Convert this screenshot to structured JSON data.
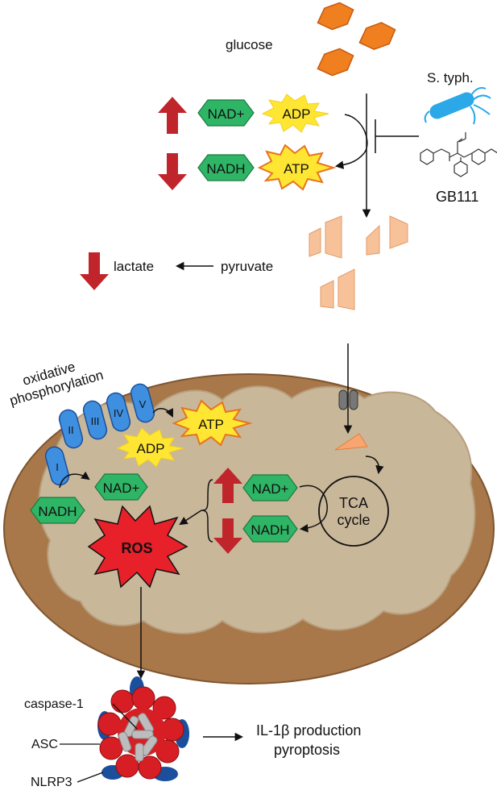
{
  "labels": {
    "glucose": "glucose",
    "salmonella": "S. typh.",
    "inhibitor": "GB111",
    "nad_plus": "NAD+",
    "nadh": "NADH",
    "adp": "ADP",
    "atp": "ATP",
    "lactate": "lactate",
    "pyruvate": "pyruvate",
    "oxphos_line1": "oxidative",
    "oxphos_line2": "phosphorylation",
    "complex_1": "I",
    "complex_2": "II",
    "complex_3": "III",
    "complex_4": "IV",
    "complex_5": "V",
    "tca_line1": "TCA",
    "tca_line2": "cycle",
    "ros": "ROS",
    "caspase": "caspase-1",
    "asc": "ASC",
    "nlrp3": "NLRP3",
    "il1b_line1": "IL-1β production",
    "il1b_line2": "pyroptosis"
  },
  "colors": {
    "glucose_hex": "#f07f1f",
    "pyruvate_shape": "#f7c29a",
    "nad_green": "#2fb566",
    "star_yellow": "#ffe633",
    "star_edge": "#e8741e",
    "up_down_arrow": "#c0252b",
    "mito_outer": "#a8784a",
    "mito_inner": "#c9b79a",
    "complex_blue": "#3f8fe0",
    "ros_red": "#e8202a",
    "bacterium_blue": "#2aa8e8",
    "inflammasome_red": "#d71e24",
    "inflammasome_blue": "#1b4f9c"
  }
}
